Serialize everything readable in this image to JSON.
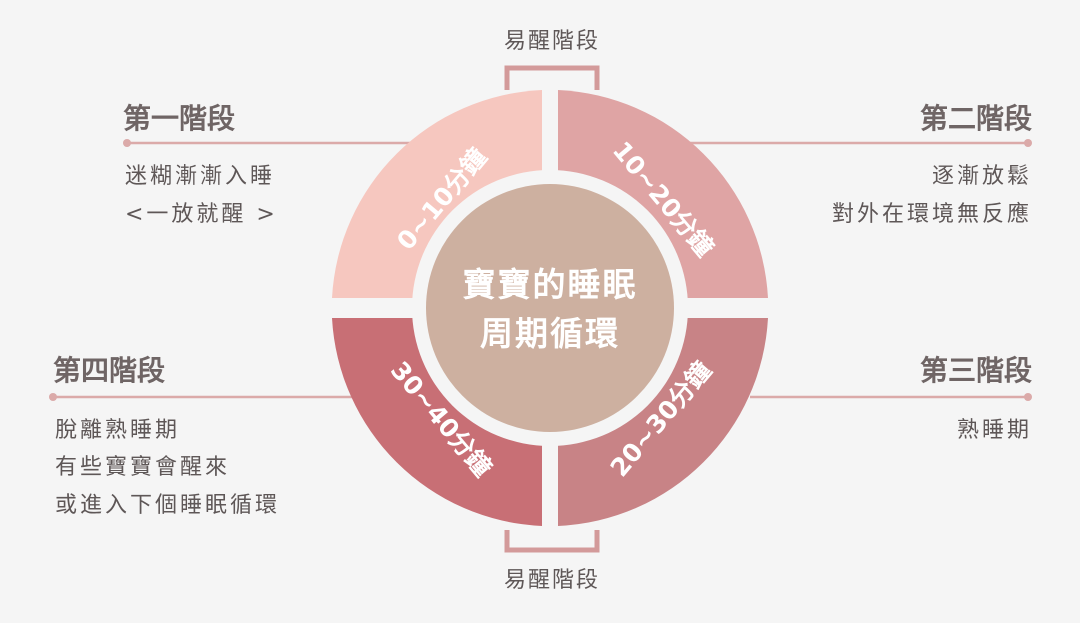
{
  "light_sleep_top": "易醒階段",
  "light_sleep_bottom": "易醒階段",
  "center": {
    "line1": "寶寶的睡眠",
    "line2": "周期循環"
  },
  "segments": [
    {
      "label": "0~10分鐘",
      "color": "#f6c7bf"
    },
    {
      "label": "10~20分鐘",
      "color": "#dfa4a4"
    },
    {
      "label": "20~30分鐘",
      "color": "#c88386"
    },
    {
      "label": "30~40分鐘",
      "color": "#c86f75"
    }
  ],
  "center_color": "#cdb0a0",
  "line_color": "#dbaaa9",
  "bracket_color": "#d39a9a",
  "stages": [
    {
      "title": "第一階段",
      "desc": [
        "迷糊漸漸入睡",
        "<一放就醒 >"
      ]
    },
    {
      "title": "第二階段",
      "desc": [
        "逐漸放鬆",
        "對外在環境無反應"
      ]
    },
    {
      "title": "第三階段",
      "desc": [
        "熟睡期"
      ]
    },
    {
      "title": "第四階段",
      "desc": [
        "脫離熟睡期",
        "有些寶寶會醒來",
        "或進入下個睡眠循環"
      ]
    }
  ]
}
